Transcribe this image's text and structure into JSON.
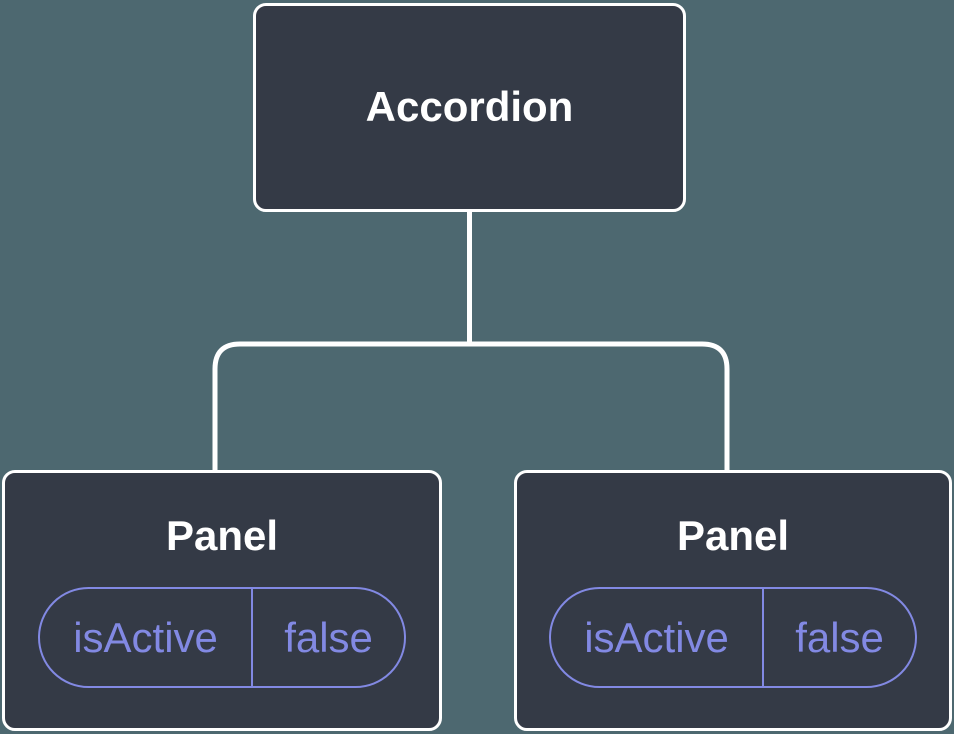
{
  "diagram": {
    "root": {
      "label": "Accordion"
    },
    "children": [
      {
        "label": "Panel",
        "state": {
          "key": "isActive",
          "value": "false"
        }
      },
      {
        "label": "Panel",
        "state": {
          "key": "isActive",
          "value": "false"
        }
      }
    ],
    "colors": {
      "background": "#4d6870",
      "node_fill": "#343a46",
      "node_border": "#ffffff",
      "connector": "#ffffff",
      "label_text": "#ffffff",
      "state_accent": "#8289e3"
    }
  }
}
